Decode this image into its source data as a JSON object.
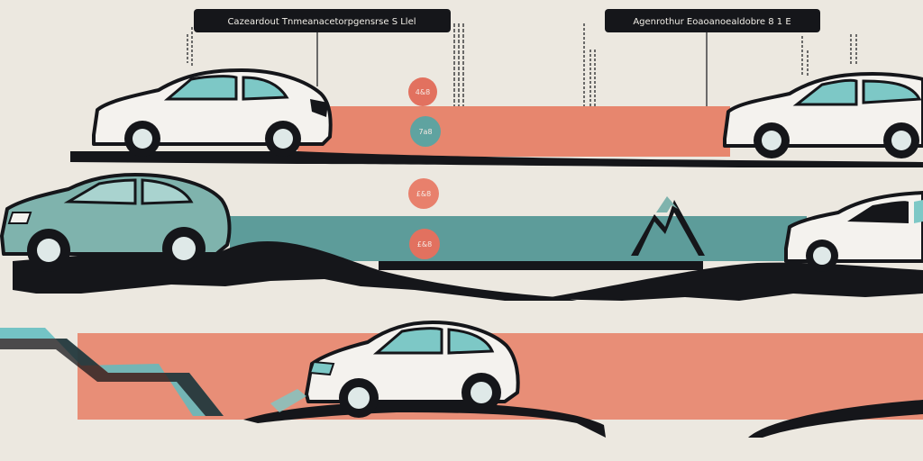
{
  "labels": {
    "left_tag": "Cazeardout Tnmeanacetorpgensrse S Llel",
    "right_tag": "Agenrothur Eoaoanoealdobre 8 1 E"
  },
  "markers": [
    {
      "text": "4&8",
      "color": "#e2715f"
    },
    {
      "text": "7a8",
      "color": "#5fa3a0"
    },
    {
      "text": "£&8",
      "color": "#e8806c"
    },
    {
      "text": "£&8",
      "color": "#e2715f"
    }
  ],
  "colors": {
    "background": "#ece8e0",
    "salmon": "#e7866e",
    "teal": "#5d9c9a",
    "ink": "#15161a",
    "car_white": "#f4f2ee",
    "car_teal": "#7fb3ad",
    "glass": "#7dc8c6"
  }
}
